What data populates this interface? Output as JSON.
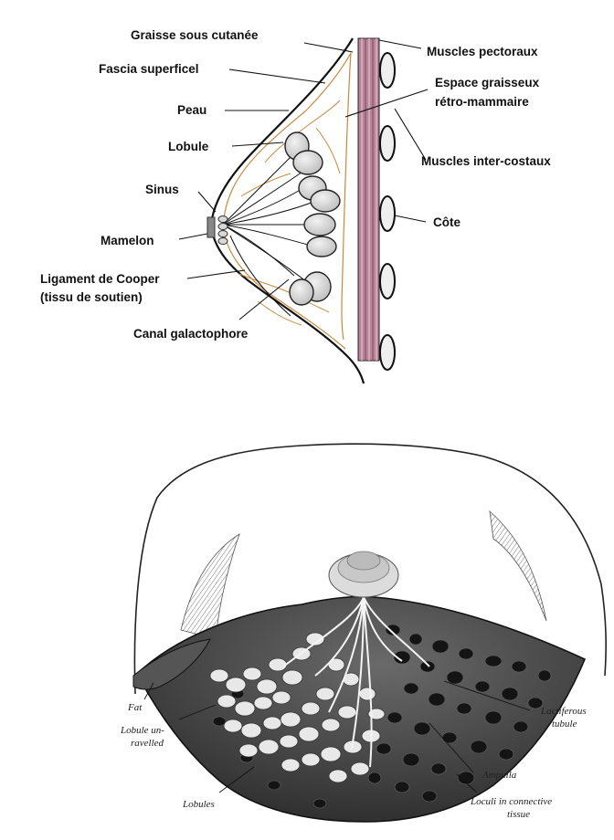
{
  "top_labels": {
    "graisse_sous_cutanee": "Graisse sous cutanée",
    "fascia_superficel": "Fascia superficel",
    "peau": "Peau",
    "lobule": "Lobule",
    "sinus": "Sinus",
    "mamelon": "Mamelon",
    "ligament_cooper_line1": "Ligament de Cooper",
    "ligament_cooper_line2": "(tissu de soutien)",
    "canal_galactophore": "Canal galactophore",
    "muscles_pectoraux": "Muscles pectoraux",
    "espace_line1": "Espace graisseux",
    "espace_line2": "rétro-mammaire",
    "muscles_inter_costaux": "Muscles inter-costaux",
    "cote": "Côte"
  },
  "bottom_labels": {
    "fat": "Fat",
    "lobule_unravelled_line1": "Lobule un-",
    "lobule_unravelled_line2": "ravelled",
    "lobules": "Lobules",
    "lactiferous_line1": "Lactiferous",
    "lactiferous_line2": "tubule",
    "ampulla": "Ampulla",
    "loculi_line1": "Loculi in connective",
    "loculi_line2": "tissue"
  },
  "colors": {
    "muscle": "#b88497",
    "fascia": "#c9893f",
    "outline": "#111111",
    "lobule_fill": "#d9d9d9"
  }
}
